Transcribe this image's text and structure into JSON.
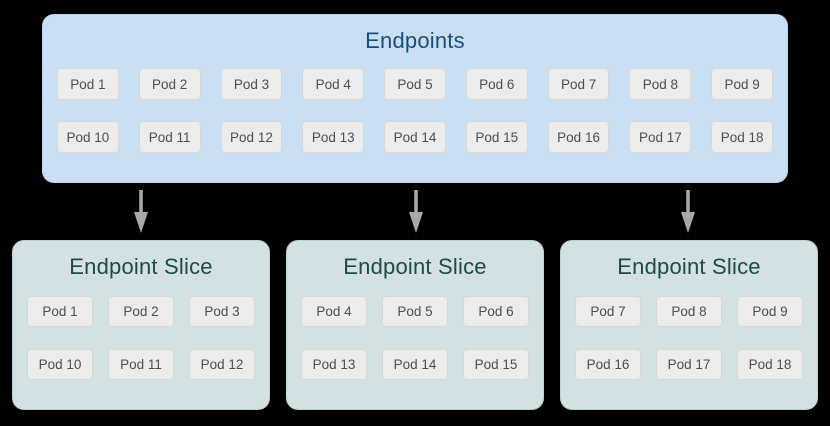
{
  "diagram": {
    "endpoints": {
      "title": "Endpoints",
      "rows": [
        [
          "Pod 1",
          "Pod 2",
          "Pod 3",
          "Pod 4",
          "Pod 5",
          "Pod 6",
          "Pod 7",
          "Pod 8",
          "Pod 9"
        ],
        [
          "Pod 10",
          "Pod 11",
          "Pod 12",
          "Pod 13",
          "Pod 14",
          "Pod 15",
          "Pod 16",
          "Pod 17",
          "Pod 18"
        ]
      ]
    },
    "arrows": {
      "count": 3,
      "direction": "down"
    },
    "slices": [
      {
        "title": "Endpoint Slice",
        "rows": [
          [
            "Pod 1",
            "Pod 2",
            "Pod 3"
          ],
          [
            "Pod 10",
            "Pod 11",
            "Pod 12"
          ]
        ]
      },
      {
        "title": "Endpoint Slice",
        "rows": [
          [
            "Pod 4",
            "Pod 5",
            "Pod 6"
          ],
          [
            "Pod 13",
            "Pod 14",
            "Pod 15"
          ]
        ]
      },
      {
        "title": "Endpoint Slice",
        "rows": [
          [
            "Pod 7",
            "Pod 8",
            "Pod 9"
          ],
          [
            "Pod 16",
            "Pod 17",
            "Pod 18"
          ]
        ]
      }
    ]
  },
  "colors": {
    "background": "#000000",
    "endpoints_box_bg": "#cbdff3",
    "endpoints_box_border": "#bcd4ec",
    "endpoints_title": "#1a4c7c",
    "slice_box_bg": "#d3e1e2",
    "slice_box_border": "#bccfd2",
    "slice_title": "#21494b",
    "pod_bg": "#ececec",
    "pod_border": "#d7d7d7",
    "pod_text": "#4e4e4e",
    "arrow": "#a8a8a8"
  }
}
